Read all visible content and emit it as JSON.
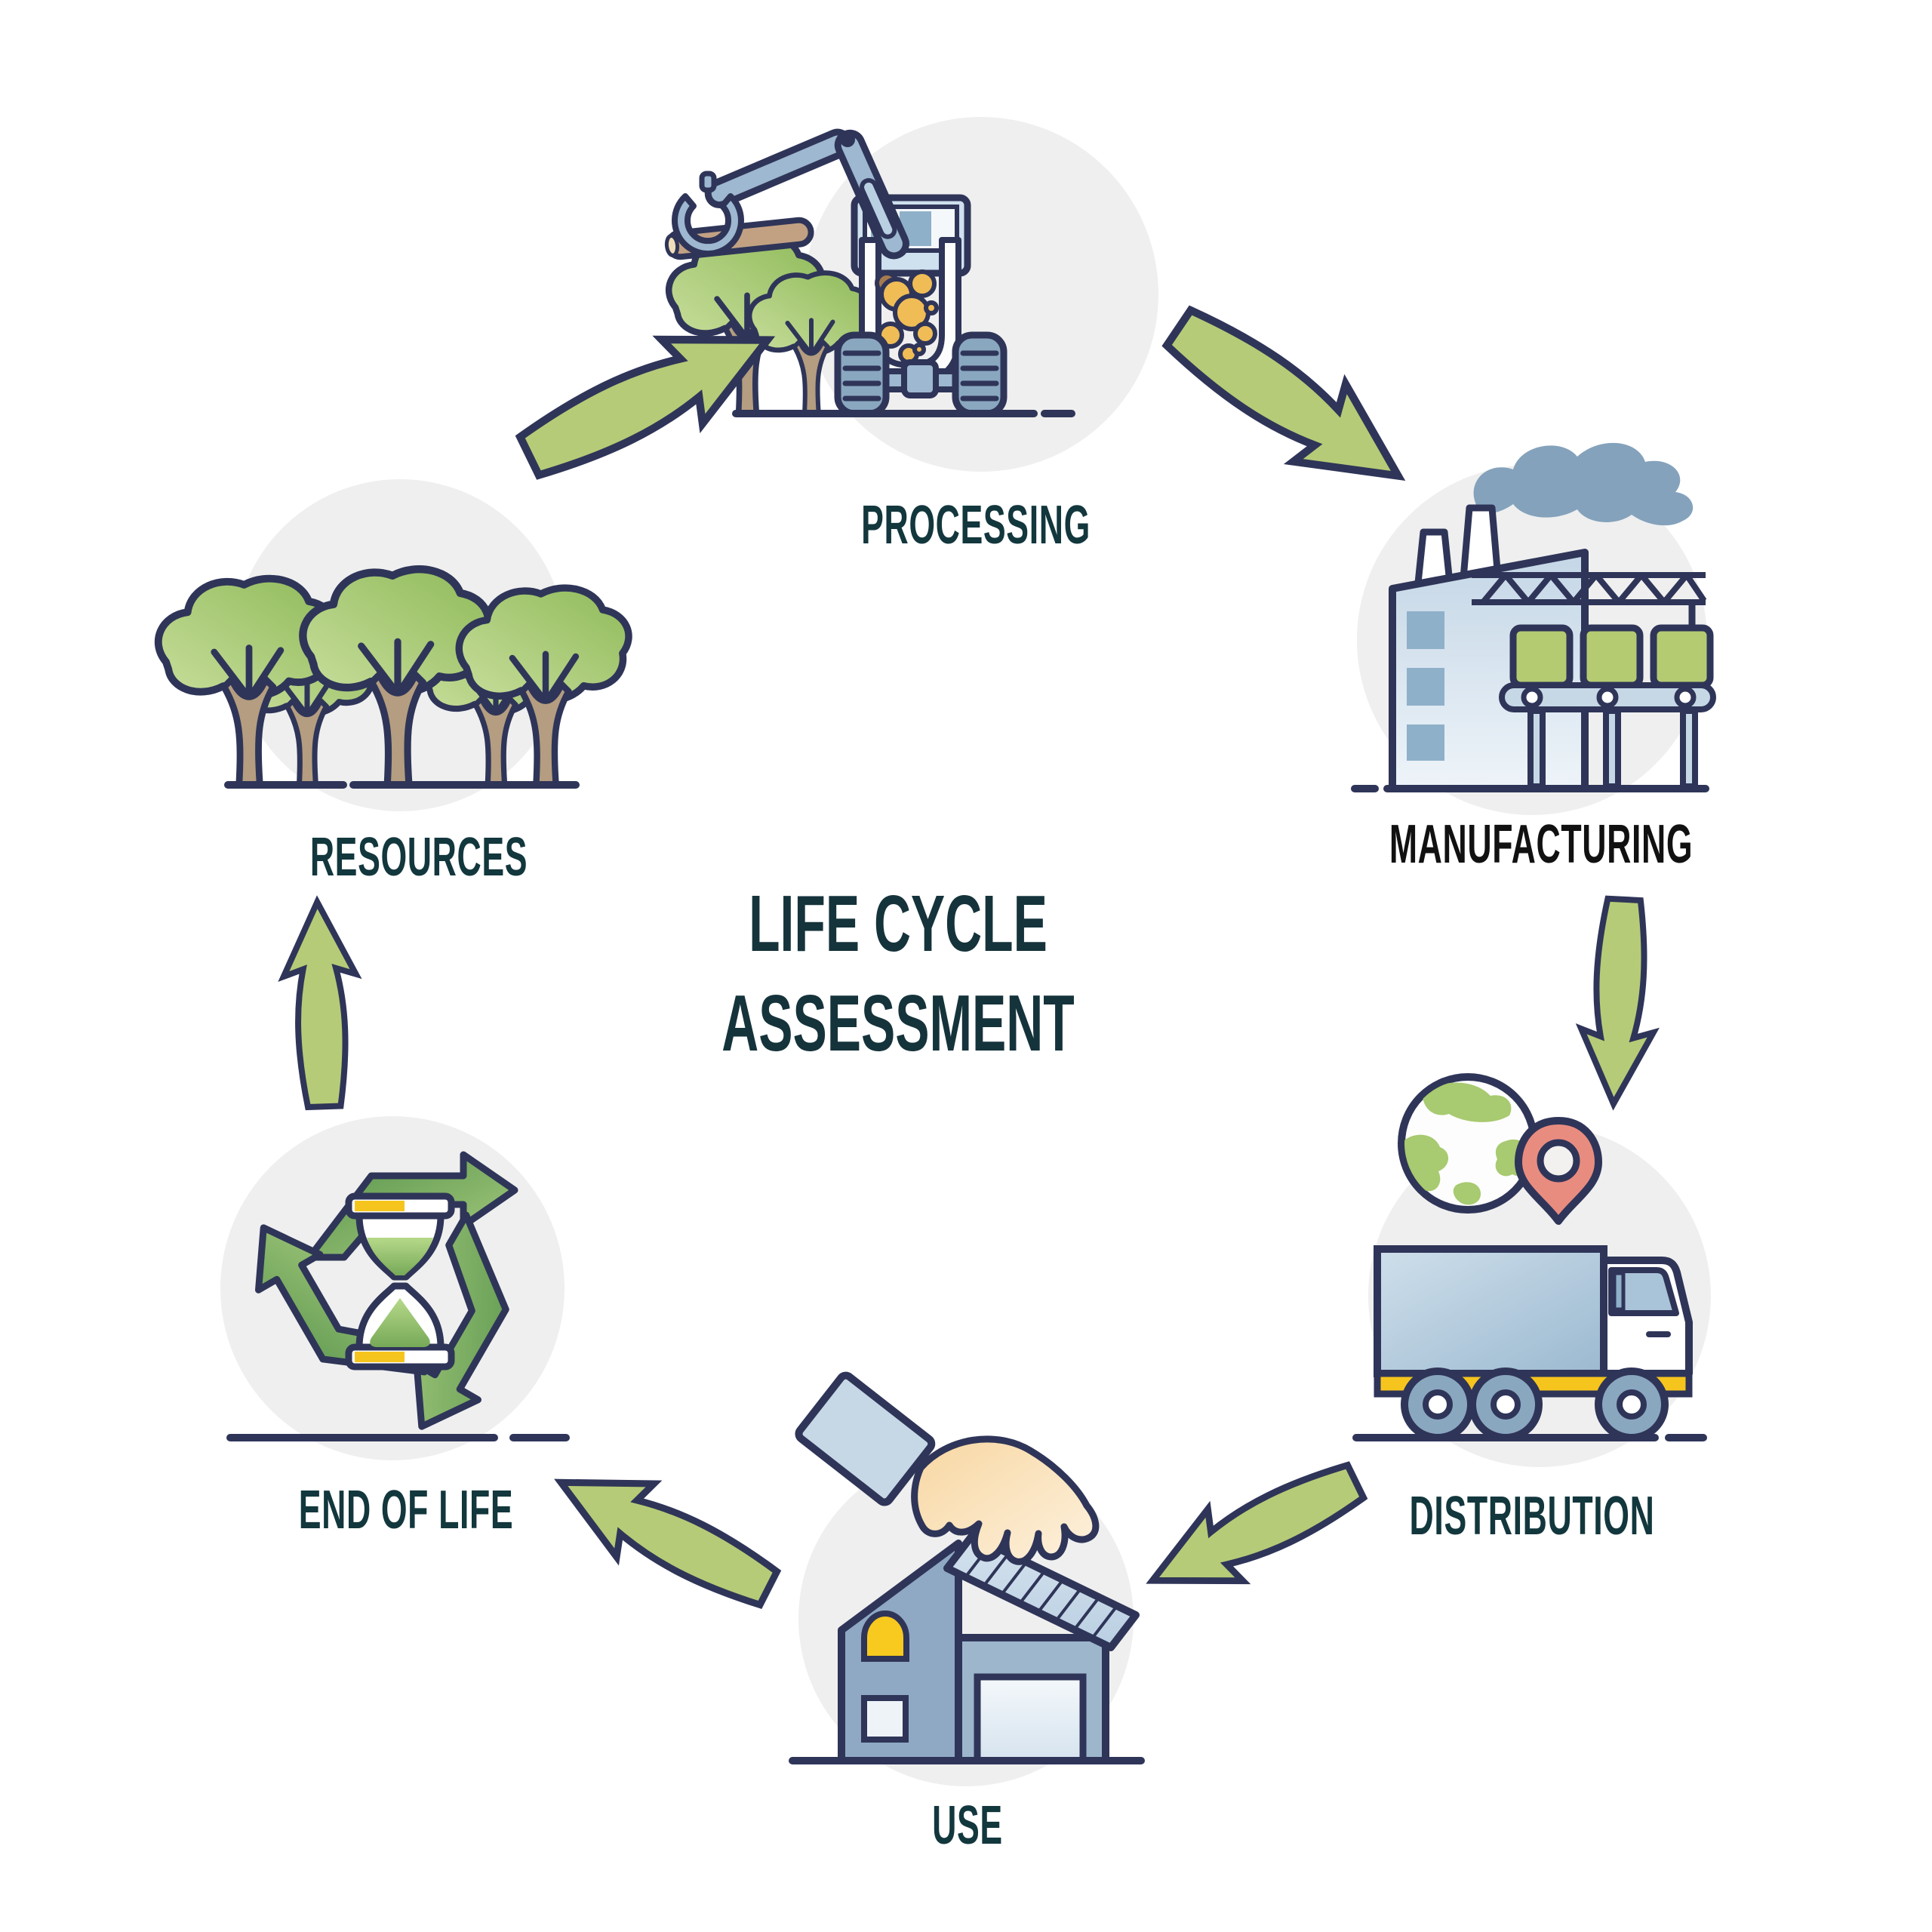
{
  "title": {
    "line1": "LIFE CYCLE",
    "line2": "ASSESSMENT",
    "color": "#15333b"
  },
  "stages": [
    {
      "id": "processing",
      "label": "PROCESSING",
      "icon": "forest-harvester-icon",
      "label_color": "#12373d"
    },
    {
      "id": "manufacturing",
      "label": "MANUFACTURING",
      "icon": "factory-icon",
      "label_color": "#111111"
    },
    {
      "id": "distribution",
      "label": "DISTRIBUTION",
      "icon": "truck-globe-pin-icon",
      "label_color": "#12373d"
    },
    {
      "id": "use",
      "label": "USE",
      "icon": "hand-house-icon",
      "label_color": "#12373d"
    },
    {
      "id": "end_of_life",
      "label": "END OF LIFE",
      "icon": "recycle-hourglass-icon",
      "label_color": "#12373d"
    },
    {
      "id": "resources",
      "label": "RESOURCES",
      "icon": "forest-trees-icon",
      "label_color": "#12373d"
    }
  ],
  "arrows": [
    {
      "from": "resources",
      "to": "processing"
    },
    {
      "from": "processing",
      "to": "manufacturing"
    },
    {
      "from": "manufacturing",
      "to": "distribution"
    },
    {
      "from": "distribution",
      "to": "use"
    },
    {
      "from": "use",
      "to": "end_of_life"
    },
    {
      "from": "end_of_life",
      "to": "resources"
    }
  ],
  "palette": {
    "outline_navy": "#2f3558",
    "arrow_green": "#b6cb77",
    "leaf_green": "#9dc268",
    "leaf_light": "#c8de9b",
    "recycle_dark": "#55924b",
    "recycle_light": "#a9cd7f",
    "steel_blue": "#9db8d0",
    "panel_blue": "#cfe0ee",
    "window_blue": "#8fb0c9",
    "smoke_blue": "#84a2bc",
    "accent_yellow": "#f6c51d",
    "log_yellow": "#f0bc55",
    "pin_red": "#e98c80",
    "skin_tone": "#f8d7a2",
    "trunk_tan": "#b49d80",
    "icon_circle_bg": "#efefef",
    "title_teal": "#15333b",
    "label_teal": "#12373d",
    "label_black": "#111111"
  }
}
